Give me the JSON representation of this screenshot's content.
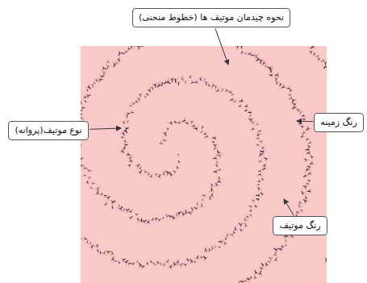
{
  "diagram": {
    "nodes": [
      {
        "text": [
          "نحوه چیدمان موتیف ها (خطوط منحنی)"
        ]
      },
      {
        "text": [
          "نوع موتیف(پروانه)"
        ]
      },
      {
        "text": [
          "رنگ زمینه"
        ]
      },
      {
        "text": [
          "رنگ موتیف"
        ]
      }
    ]
  }
}
